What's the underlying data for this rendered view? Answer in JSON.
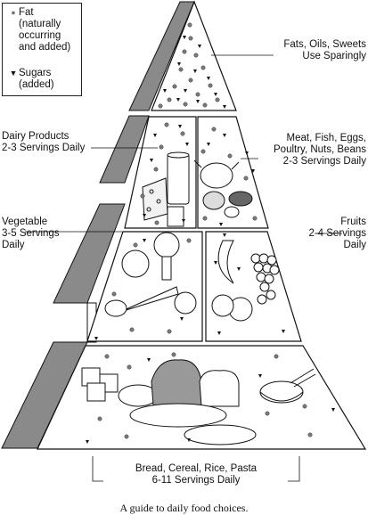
{
  "legend": {
    "fat_label": [
      "Fat",
      "(naturally",
      "occurring",
      "and added)"
    ],
    "sugar_label": [
      "Sugars",
      "(added)"
    ]
  },
  "labels": {
    "fats": [
      "Fats, Oils, Sweets",
      "Use Sparingly"
    ],
    "dairy": [
      "Dairy Products",
      "2-3 Servings Daily"
    ],
    "meat": [
      "Meat, Fish, Eggs,",
      "Poultry, Nuts, Beans",
      "2-3 Servings Daily"
    ],
    "vegetable": [
      "Vegetable",
      "3-5 Servings",
      "Daily"
    ],
    "fruits": [
      "Fruits",
      "2-4 Servings",
      "Daily"
    ],
    "bread": [
      "Bread, Cereal, Rice, Pasta",
      "6-11 Servings Daily"
    ]
  },
  "caption": "A guide to daily food choices.",
  "colors": {
    "side_shade": "#8a8a8a",
    "outline": "#111111",
    "fat_dot": "#7a7a7a",
    "sugar_mark": "#111111"
  }
}
